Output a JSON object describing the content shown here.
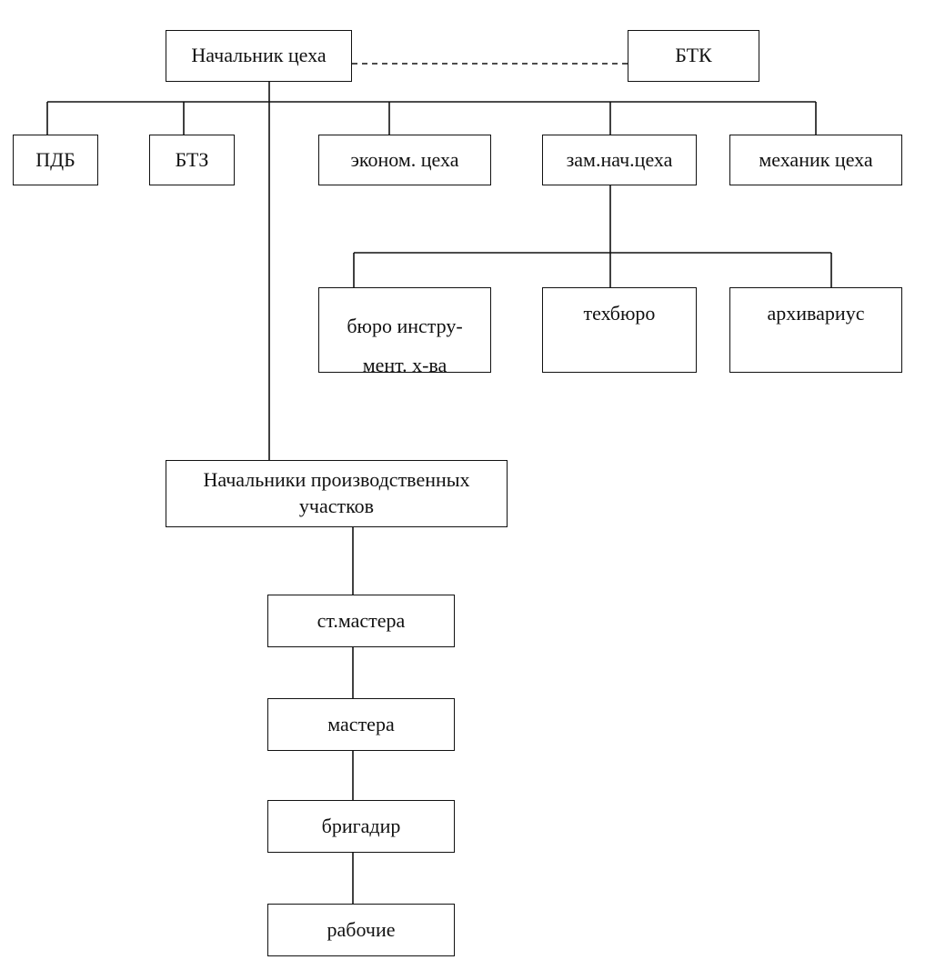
{
  "nodes": {
    "chief": {
      "label": "Начальник цеха"
    },
    "btk": {
      "label": "БТК"
    },
    "pdb": {
      "label": "ПДБ"
    },
    "btz": {
      "label": "БТЗ"
    },
    "econ": {
      "label": "эконом. цеха"
    },
    "deputy": {
      "label": "зам.нач.цеха"
    },
    "mechanic": {
      "label": "механик цеха"
    },
    "tools_bureau": {
      "label_line1": "бюро инстру-",
      "label_line2": "мент. х-ва"
    },
    "tech_bureau": {
      "label": "техбюро"
    },
    "archivist": {
      "label": "архивариус"
    },
    "section_heads": {
      "label_line1": "Начальники производственных",
      "label_line2": "участков"
    },
    "senior_masters": {
      "label": "ст.мастера"
    },
    "masters": {
      "label": "мастера"
    },
    "foreman": {
      "label": "бригадир"
    },
    "workers": {
      "label": "рабочие"
    }
  }
}
